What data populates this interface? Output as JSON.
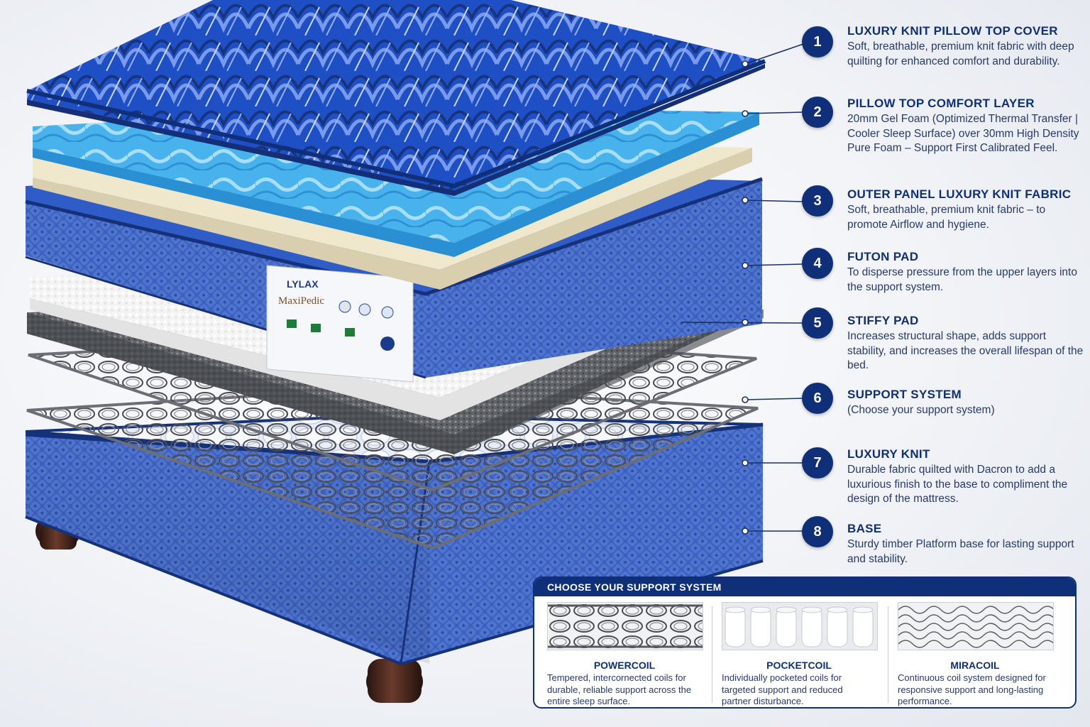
{
  "callouts": [
    {
      "number": "1",
      "title": "LUXURY KNIT PILLOW TOP COVER",
      "description": "Soft, breathable, premium knit fabric with deep quilting for enhanced comfort and durability."
    },
    {
      "number": "2",
      "title": "PILLOW TOP COMFORT LAYER",
      "description": "20mm Gel Foam (Optimized Thermal Transfer | Cooler Sleep Surface) over 30mm High Density Pure Foam – Support First Calibrated Feel."
    },
    {
      "number": "3",
      "title": "OUTER PANEL LUXURY KNIT FABRIC",
      "description": "Soft, breathable, premium knit fabric – to promote Airflow and hygiene."
    },
    {
      "number": "4",
      "title": "FUTON PAD",
      "description": "To disperse pressure from the upper layers into the support system."
    },
    {
      "number": "5",
      "title": "STIFFY PAD",
      "description": "Increases structural shape, adds support stability, and increases the overall lifespan of the bed."
    },
    {
      "number": "6",
      "title": "SUPPORT SYSTEM",
      "description": "(Choose your support system)"
    },
    {
      "number": "7",
      "title": "LUXURY KNIT",
      "description": "Durable fabric quilted with Dacron to add a luxurious finish to the base to compliment the design of the mattress."
    },
    {
      "number": "8",
      "title": "BASE",
      "description": "Sturdy timber Platform base for lasting support and stability."
    }
  ],
  "support_panel": {
    "title": "CHOOSE YOUR SUPPORT SYSTEM",
    "options": [
      {
        "name": "POWERCOIL",
        "description": "Tempered, intercornected coils for durable, reliable support across the entire sleep surface."
      },
      {
        "name": "POCKETCOIL",
        "description": "Individually pocketed coils for targeted support and reduced partner disturbance."
      },
      {
        "name": "MIRACOIL",
        "description": "Continuous coil system designed for responsive support and long-lasting performance."
      }
    ]
  },
  "label": {
    "brand": "LYLAX",
    "model": "MaxiPedic"
  },
  "colors": {
    "navy": "#0f2f78",
    "knit_blue": "#3d62c0",
    "gel_blue": "#4ab4ee",
    "foam_cream": "#f1ead2"
  }
}
